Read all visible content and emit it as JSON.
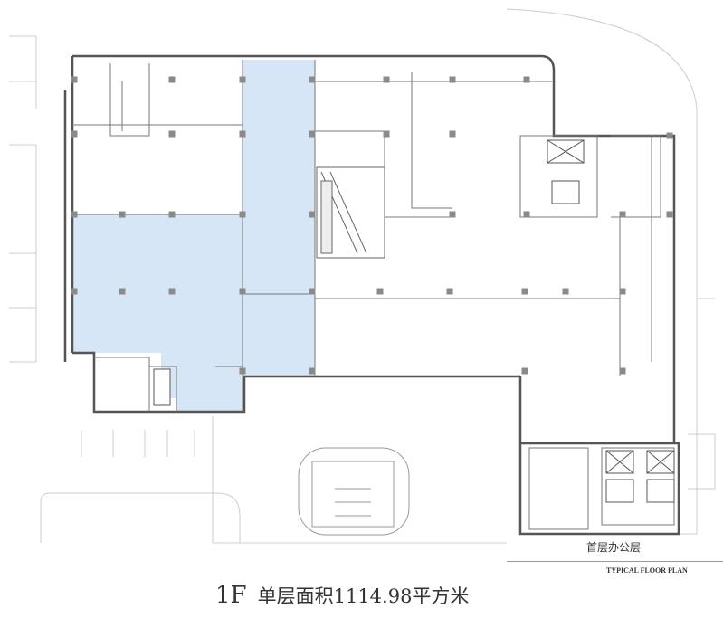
{
  "plan": {
    "floor_label_cn": "首层办公层",
    "floor_label_en": "TYPICAL FLOOR PLAN",
    "floor": "1F",
    "area_text": "单层面积1114.98平方米",
    "highlight_color": "#d6e6f7",
    "wall_color": "#555555",
    "column_color": "#8a8a8a"
  }
}
